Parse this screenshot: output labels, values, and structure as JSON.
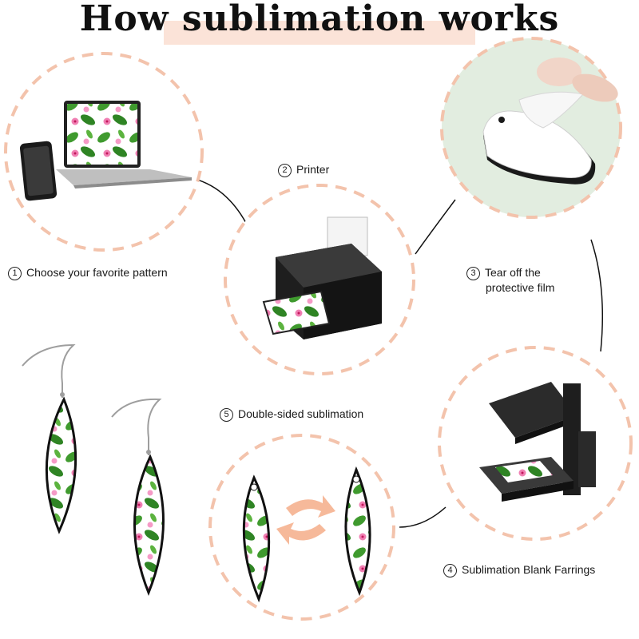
{
  "title": "How sublimation works",
  "steps": [
    {
      "num": "1",
      "label": "Choose your favorite pattern"
    },
    {
      "num": "2",
      "label": "Printer"
    },
    {
      "num": "3",
      "label_line1": "Tear off the",
      "label_line2": "protective film"
    },
    {
      "num": "4",
      "label": "Sublimation Blank Farrings"
    },
    {
      "num": "5",
      "label": "Double-sided sublimation"
    }
  ],
  "icons": {
    "step1": "laptop-and-phone-icon",
    "step2": "printer-icon",
    "step3": "peeling-film-icon",
    "step4": "heat-press-icon",
    "step5": "swap-arrows-icon",
    "product": "earrings-icon"
  },
  "colors": {
    "dashed_circle": "#f3c3ac",
    "title_band": "#fbe3d8",
    "accent_arrow": "#f6b99a",
    "leaf": "#3f9a2e",
    "flower": "#f07fb3"
  }
}
